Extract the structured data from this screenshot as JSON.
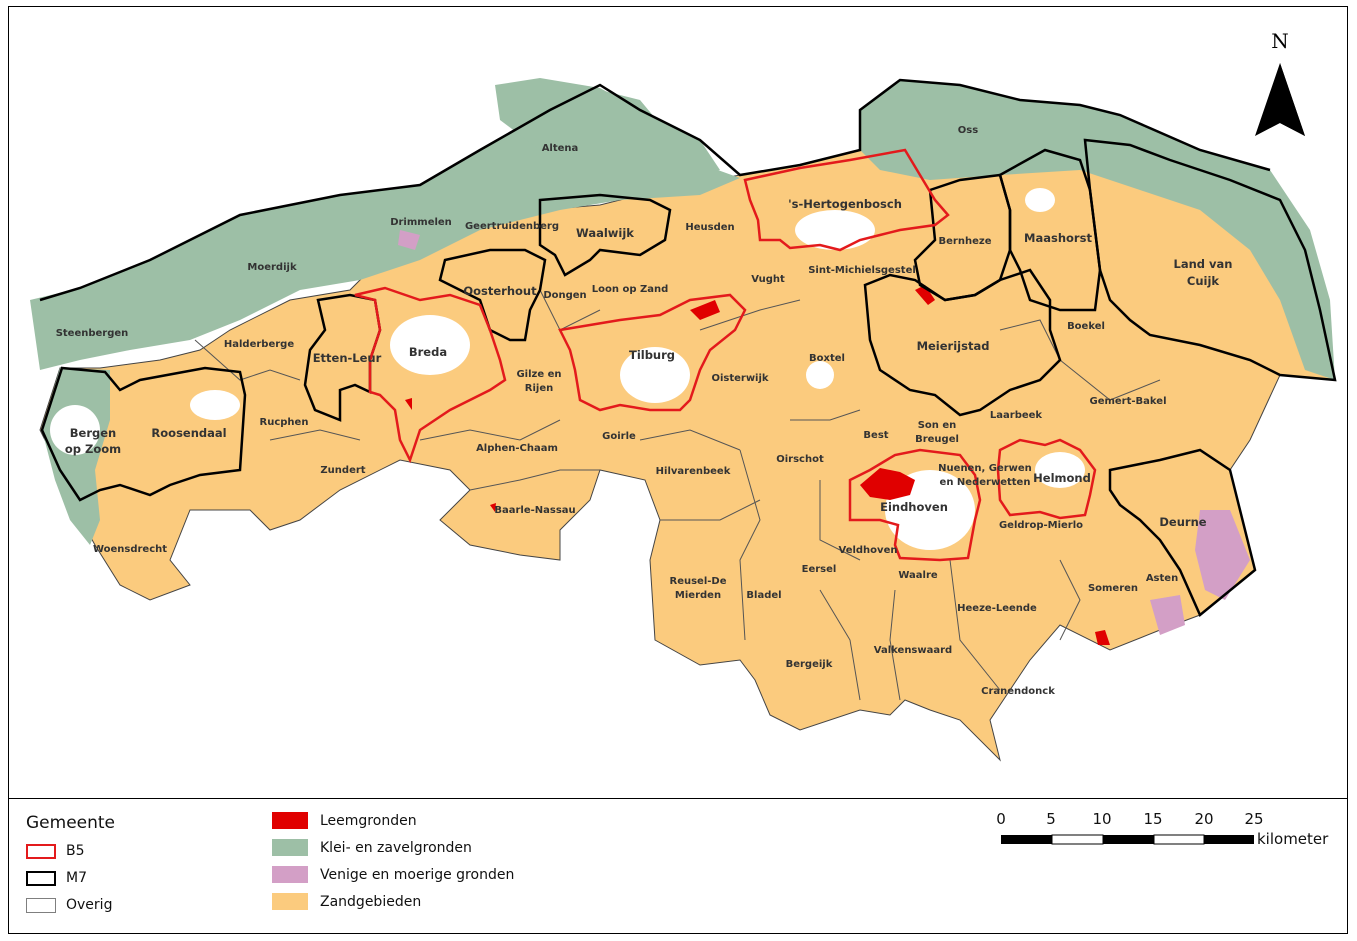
{
  "map": {
    "north_label": "N",
    "municipalities": [
      {
        "name": "Altena",
        "group": "overig"
      },
      {
        "name": "Oss",
        "group": "overig"
      },
      {
        "name": "Drimmelen",
        "group": "overig"
      },
      {
        "name": "Geertruidenberg",
        "group": "overig"
      },
      {
        "name": "Waalwijk",
        "group": "m7"
      },
      {
        "name": "Heusden",
        "group": "overig"
      },
      {
        "name": "'s-Hertogenbosch",
        "group": "b5"
      },
      {
        "name": "Bernheze",
        "group": "m7"
      },
      {
        "name": "Maashorst",
        "group": "m7"
      },
      {
        "name": "Land van",
        "group": "m7"
      },
      {
        "name": "Cuijk",
        "group": "m7"
      },
      {
        "name": "Moerdijk",
        "group": "overig"
      },
      {
        "name": "Oosterhout",
        "group": "m7"
      },
      {
        "name": "Dongen",
        "group": "overig"
      },
      {
        "name": "Loon op Zand",
        "group": "overig"
      },
      {
        "name": "Vught",
        "group": "overig"
      },
      {
        "name": "Sint-Michielsgestel",
        "group": "overig"
      },
      {
        "name": "Steenbergen",
        "group": "overig"
      },
      {
        "name": "Halderberge",
        "group": "overig"
      },
      {
        "name": "Etten-Leur",
        "group": "m7"
      },
      {
        "name": "Breda",
        "group": "b5"
      },
      {
        "name": "Tilburg",
        "group": "b5"
      },
      {
        "name": "Boekel",
        "group": "overig"
      },
      {
        "name": "Meierijstad",
        "group": "m7"
      },
      {
        "name": "Boxtel",
        "group": "overig"
      },
      {
        "name": "Gilze en",
        "group": "overig"
      },
      {
        "name": "Rijen",
        "group": "overig"
      },
      {
        "name": "Oisterwijk",
        "group": "overig"
      },
      {
        "name": "Bergen",
        "group": "m7"
      },
      {
        "name": "op Zoom",
        "group": "m7"
      },
      {
        "name": "Roosendaal",
        "group": "m7"
      },
      {
        "name": "Rucphen",
        "group": "overig"
      },
      {
        "name": "Laarbeek",
        "group": "overig"
      },
      {
        "name": "Gemert-Bakel",
        "group": "overig"
      },
      {
        "name": "Goirle",
        "group": "overig"
      },
      {
        "name": "Alphen-Chaam",
        "group": "overig"
      },
      {
        "name": "Best",
        "group": "overig"
      },
      {
        "name": "Son en",
        "group": "overig"
      },
      {
        "name": "Breugel",
        "group": "overig"
      },
      {
        "name": "Zundert",
        "group": "overig"
      },
      {
        "name": "Hilvarenbeek",
        "group": "overig"
      },
      {
        "name": "Oirschot",
        "group": "overig"
      },
      {
        "name": "Nuenen, Gerwen",
        "group": "overig"
      },
      {
        "name": "en Nederwetten",
        "group": "overig"
      },
      {
        "name": "Helmond",
        "group": "b5"
      },
      {
        "name": "Baarle-Nassau",
        "group": "overig"
      },
      {
        "name": "Eindhoven",
        "group": "b5"
      },
      {
        "name": "Geldrop-Mierlo",
        "group": "overig"
      },
      {
        "name": "Deurne",
        "group": "m7"
      },
      {
        "name": "Woensdrecht",
        "group": "overig"
      },
      {
        "name": "Veldhoven",
        "group": "overig"
      },
      {
        "name": "Waalre",
        "group": "overig"
      },
      {
        "name": "Eersel",
        "group": "overig"
      },
      {
        "name": "Reusel-De",
        "group": "overig"
      },
      {
        "name": "Mierden",
        "group": "overig"
      },
      {
        "name": "Bladel",
        "group": "overig"
      },
      {
        "name": "Heeze-Leende",
        "group": "overig"
      },
      {
        "name": "Someren",
        "group": "overig"
      },
      {
        "name": "Asten",
        "group": "overig"
      },
      {
        "name": "Bergeijk",
        "group": "overig"
      },
      {
        "name": "Valkenswaard",
        "group": "overig"
      },
      {
        "name": "Cranendonck",
        "group": "overig"
      }
    ]
  },
  "legend": {
    "title": "Gemeente",
    "boundaries": [
      {
        "label": "B5",
        "color": "#e31a1c"
      },
      {
        "label": "M7",
        "color": "#000000"
      },
      {
        "label": "Overig",
        "color": "#7f7f7f"
      }
    ],
    "soils": [
      {
        "label": "Leemgronden",
        "color": "#e00000"
      },
      {
        "label": "Klei- en zavelgronden",
        "color": "#9dbfa6"
      },
      {
        "label": "Venige en moerige gronden",
        "color": "#d39fc6"
      },
      {
        "label": "Zandgebieden",
        "color": "#fbcb7e"
      }
    ]
  },
  "scale": {
    "ticks": [
      "0",
      "5",
      "10",
      "15",
      "20",
      "25"
    ],
    "unit": "kilometer"
  },
  "colors": {
    "sand": "#fbcb7e",
    "clay": "#9dbfa6",
    "peat": "#d39fc6",
    "loam": "#e00000",
    "b5": "#e31a1c",
    "m7": "#000000",
    "overig": "#555555"
  }
}
